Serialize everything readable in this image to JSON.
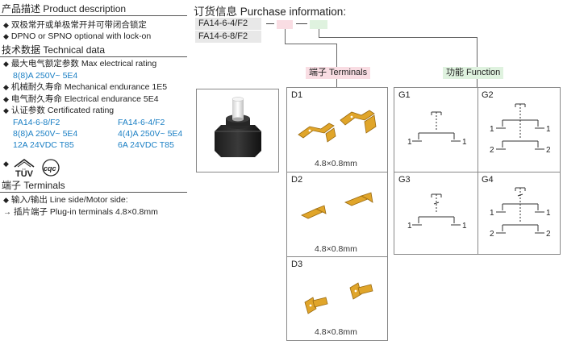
{
  "left": {
    "product_description": {
      "heading": "产品描述 Product description",
      "items": [
        "双极常开或单极常开并可带闭合锁定",
        "DPNO or SPNO optional with lock-on"
      ]
    },
    "technical_data": {
      "heading": "技术数据 Technical data",
      "max_rating_label": "最大电气额定参数 Max electrical rating",
      "max_rating_value": "8(8)A 250V~ 5E4",
      "mechanical_endurance": "机械耐久寿命 Mechanical endurance 1E5",
      "electrical_endurance": "电气耐久寿命 Electrical endurance 5E4",
      "certificated_label": "认证参数 Certificated rating",
      "cert_columns": [
        {
          "model": "FA14-6-8/F2",
          "ratings": [
            "8(8)A 250V~ 5E4",
            "12A 24VDC T85"
          ]
        },
        {
          "model": "FA14-6-4/F2",
          "ratings": [
            "4(4)A 250V~ 5E4",
            "6A 24VDC T85"
          ]
        }
      ],
      "logos": [
        "TÜV",
        "cqc"
      ]
    },
    "terminals": {
      "heading": "端子 Terminals",
      "line_side": "输入/输出 Line side/Motor side:",
      "plugin": "插片端子 Plug-in terminals 4.8×0.8mm"
    }
  },
  "purchase": {
    "title": "订货信息 Purchase information:",
    "models": [
      "FA14-6-4/F2",
      "FA14-6-8/F2"
    ],
    "terminals_tag": "端子 Terminals",
    "function_tag": "功能  Function"
  },
  "terminal_options": [
    {
      "label": "D1",
      "dim": "4.8×0.8mm"
    },
    {
      "label": "D2",
      "dim": "4.8×0.8mm"
    },
    {
      "label": "D3",
      "dim": "4.8×0.8mm"
    }
  ],
  "function_options": [
    {
      "label": "G1",
      "poles": [
        "1",
        "1"
      ]
    },
    {
      "label": "G2",
      "poles": [
        "1",
        "1",
        "2",
        "2"
      ]
    },
    {
      "label": "G3",
      "poles": [
        "1",
        "1"
      ]
    },
    {
      "label": "G4",
      "poles": [
        "1",
        "1",
        "2",
        "2"
      ]
    }
  ],
  "colors": {
    "accent_blue": "#1a7fc4",
    "terminal_gold": "#e0a52a",
    "pink_tag": "#f9dde3",
    "green_tag": "#dff2df"
  }
}
